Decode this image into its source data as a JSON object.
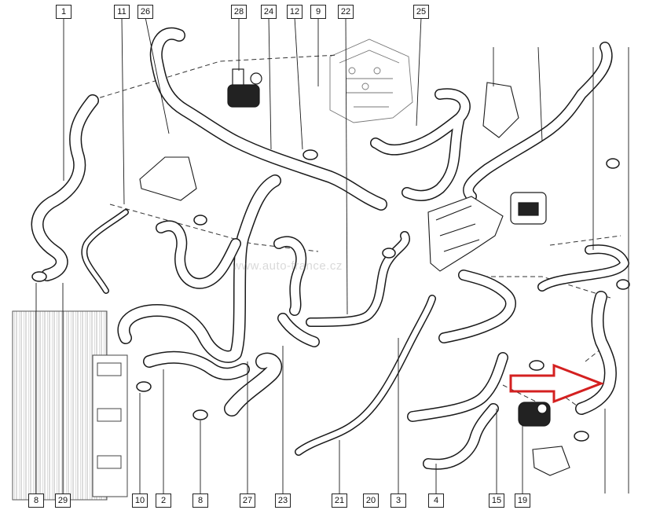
{
  "diagram": {
    "top_labels": [
      "1",
      "11",
      "26",
      "28",
      "24",
      "12",
      "9",
      "22",
      "25"
    ],
    "bottom_labels": [
      "8",
      "29",
      "10",
      "2",
      "8",
      "27",
      "23",
      "21",
      "20",
      "3",
      "4",
      "15",
      "19"
    ],
    "watermark": "www.auto-france.cz",
    "colors": {
      "line": "#1a1a1a",
      "hose_fill": "#ffffff",
      "highlight_arrow": "#d42020",
      "callout_border": "#222222",
      "radiator_hatch": "#9a9a9a"
    }
  }
}
